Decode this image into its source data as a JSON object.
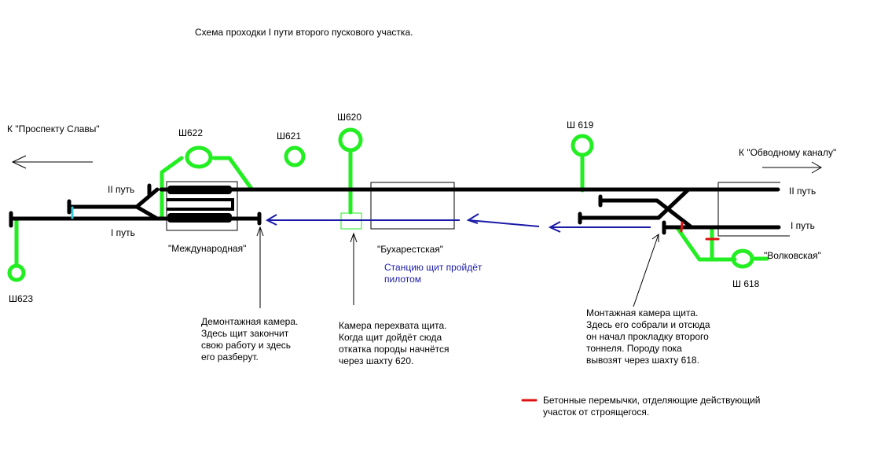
{
  "title": "Схема проходки I пути второго пускового участка.",
  "directions": {
    "left": "К \"Проспекту Славы\"",
    "right": "К \"Обводному каналу\""
  },
  "tracks": {
    "track2_left": "II путь",
    "track1_left": "I путь",
    "track2_right": "II путь",
    "track1_right": "I путь"
  },
  "shafts": {
    "sh622": "Ш622",
    "sh621": "Ш621",
    "sh620": "Ш620",
    "sh619": "Ш 619",
    "sh618": "Ш 618",
    "sh623": "Ш623"
  },
  "stations": {
    "mezhdunarodnaya": "\"Международная\"",
    "bukharestskaya": "\"Бухарестская\"",
    "volkovskaya": "\"Волковская\""
  },
  "pilot_note": "Станцию щит пройдёт\nпилотом",
  "notes": {
    "dismantle": "Демонтажная камера.\nЗдесь щит закончит\nсвою работу и здесь\nего разберут.",
    "intercept": "Камера перехвата щита.\nКогда щит дойдёт сюда\nоткатка породы начнётся\nчерез шахту 620.",
    "assembly": "Монтажная камера щита.\nЗдесь его собрали и отсюда\nон начал прокладку второго\nтоннеля. Породу пока\nвывозят через шахту 618."
  },
  "legend": {
    "text": "Бетонные перемычки, отделяющие действующий\nучасток от строящегося.",
    "color": "#dd1111"
  },
  "colors": {
    "track": "#000000",
    "shaft": "#22ee22",
    "shield_path": "#1a1aa8",
    "bulkhead": "#dd1111",
    "marker": "#33ccdd"
  }
}
